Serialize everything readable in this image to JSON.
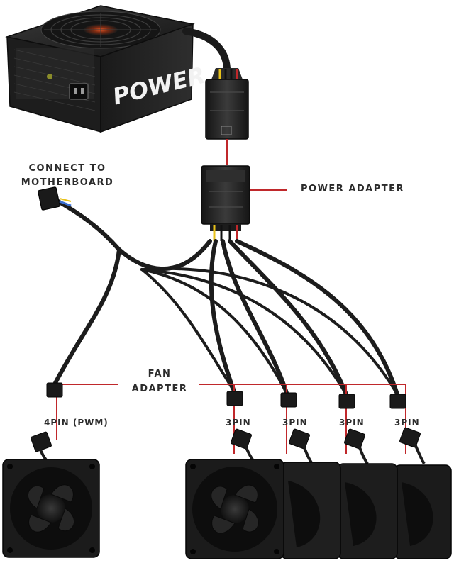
{
  "psu": {
    "logo_text": "POWER"
  },
  "labels": {
    "connect_line1": "CONNECT TO",
    "connect_line2": "MOTHERBOARD",
    "power_adapter": "POWER ADAPTER",
    "fan_adapter_line1": "FAN",
    "fan_adapter_line2": "ADAPTER",
    "pin_4": "4PIN (PWM)",
    "pin_3": "3PIN"
  },
  "colors": {
    "callout_line": "#c0282b",
    "cable": "#1c1c1c",
    "hardware": "#222222",
    "accent_wire_yellow": "#e8c21a",
    "accent_wire_blue": "#3a6fd0"
  }
}
